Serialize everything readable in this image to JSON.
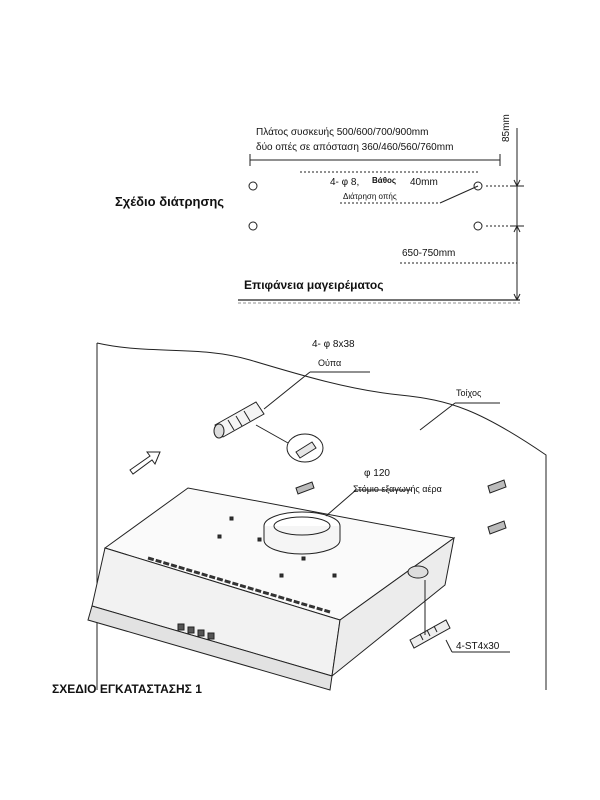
{
  "drilling_plan": {
    "title": "Σχέδιο διάτρησης",
    "width_line": "Πλάτος συσκευής 500/600/700/900mm",
    "hole_spacing_line": "δύο οπές σε απόσταση 360/460/560/760mm",
    "hole_count_diameter": "4- φ 8,",
    "depth_label": "Βάθος",
    "depth_value": "40mm",
    "hole_diameter_label": "Διάτρηση οπής",
    "vertical_dim": "85mm",
    "height_dim": "650-750mm",
    "surface_label": "Επιφάνεια μαγειρέματος"
  },
  "installation": {
    "plug_spec": "4- φ 8x38",
    "plug_label": "Ούπα",
    "wall_label": "Τοίχος",
    "outlet_diameter": "φ 120",
    "outlet_label": "Στόμιο εξαγωγής αέρα",
    "screw_spec": "4-ST4x30",
    "figure_title": "ΣΧΕΔΙΟ ΕΓΚΑΤΑΣΤΑΣΗΣ 1"
  }
}
